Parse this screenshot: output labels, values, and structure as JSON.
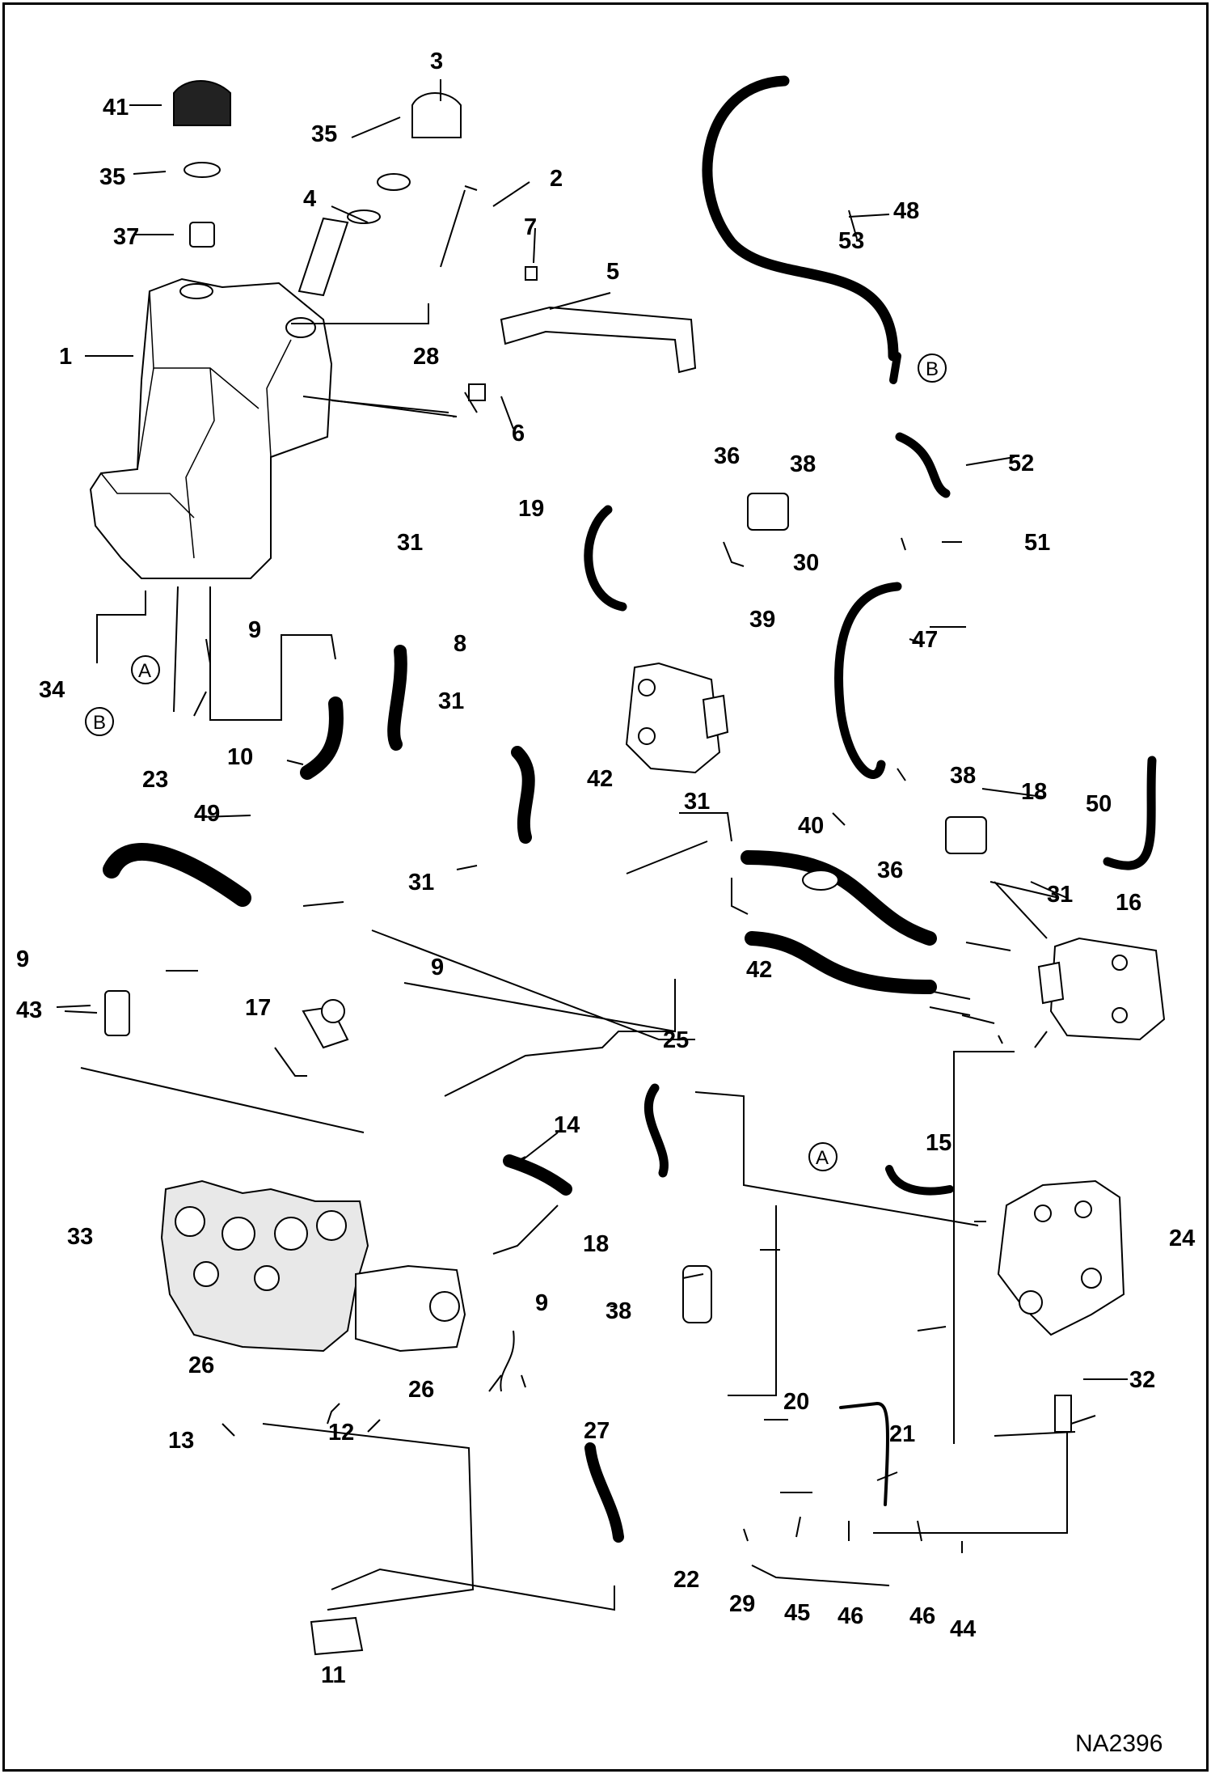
{
  "diagram_code": "NA2396",
  "callouts": [
    "1",
    "2",
    "3",
    "4",
    "5",
    "6",
    "7",
    "8",
    "9",
    "10",
    "11",
    "12",
    "13",
    "14",
    "15",
    "16",
    "17",
    "18",
    "19",
    "20",
    "21",
    "22",
    "23",
    "24",
    "25",
    "26",
    "27",
    "28",
    "29",
    "30",
    "31",
    "32",
    "33",
    "34",
    "35",
    "36",
    "37",
    "38",
    "39",
    "40",
    "41",
    "42",
    "43",
    "44",
    "45",
    "46",
    "47",
    "48",
    "49",
    "50",
    "51",
    "52",
    "53"
  ],
  "connector_markers": [
    "A",
    "B"
  ]
}
